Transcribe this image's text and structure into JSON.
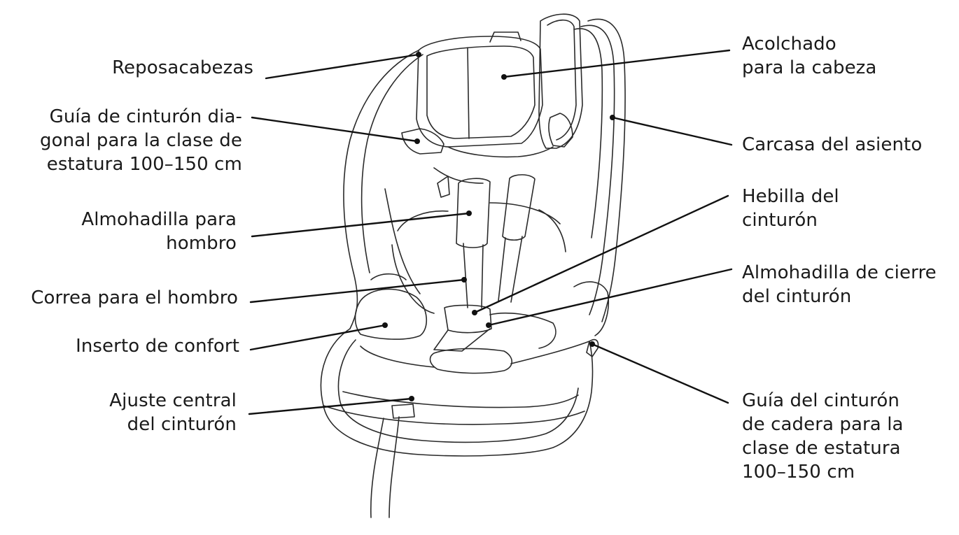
{
  "labels": {
    "reposacabezas": [
      "Reposacabezas"
    ],
    "guia_diagonal": [
      "Guía de cinturón dia-",
      "gonal para la clase de",
      "estatura 100–150 cm"
    ],
    "almohadilla_hombro": [
      "Almohadilla para",
      "hombro"
    ],
    "correa_hombro": [
      "Correa para el hombro"
    ],
    "inserto_confort": [
      "Inserto de confort"
    ],
    "ajuste_central": [
      "Ajuste central",
      "del cinturón"
    ],
    "acolchado_cabeza": [
      "Acolchado",
      "para la cabeza"
    ],
    "carcasa_asiento": [
      "Carcasa del asiento"
    ],
    "hebilla_cinturon": [
      "Hebilla del",
      "cinturón"
    ],
    "almohadilla_cierre": [
      "Almohadilla de cierre",
      "del cinturón"
    ],
    "guia_cadera": [
      "Guía del cinturón",
      "de cadera para la",
      "clase de estatura",
      "100–150 cm"
    ]
  }
}
